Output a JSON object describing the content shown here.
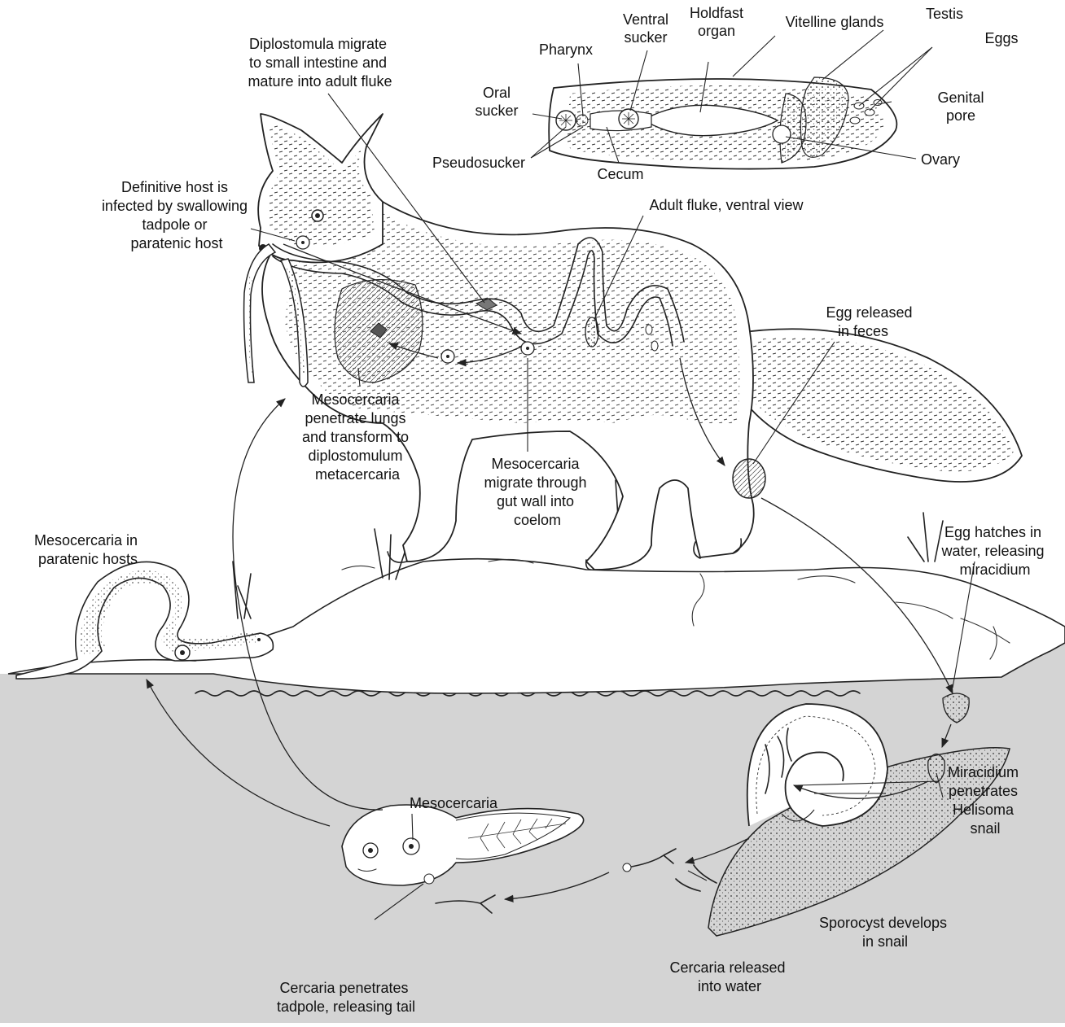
{
  "colors": {
    "water": "#d4d4d4",
    "ink": "#222222",
    "paper": "#ffffff"
  },
  "organisms": [
    "fox-icon",
    "snake-icon",
    "tadpole-icon",
    "snail-icon",
    "fluke-icon",
    "egg-icon",
    "miracidium-icon",
    "cercaria-icon"
  ],
  "fluke_labels": {
    "oral_sucker": [
      "Oral",
      "sucker"
    ],
    "pharynx": "Pharynx",
    "ventral_sucker": [
      "Ventral",
      "sucker"
    ],
    "holdfast": [
      "Holdfast",
      "organ"
    ],
    "vitelline": "Vitelline glands",
    "testis": "Testis",
    "eggs": "Eggs",
    "genital_pore": [
      "Genital",
      "pore"
    ],
    "ovary": "Ovary",
    "pseudosucker": "Pseudosucker",
    "cecum": "Cecum",
    "adult_view": "Adult fluke, ventral view"
  },
  "stages": {
    "diplostomula": [
      "Diplostomula migrate",
      "to small intestine and",
      "mature into adult fluke"
    ],
    "definitive_host": [
      "Definitive host is",
      "infected by swallowing",
      "tadpole or",
      "paratenic host"
    ],
    "egg_released": [
      "Egg released",
      "in feces"
    ],
    "lungs": [
      "Mesocercaria",
      "penetrate lungs",
      "and transform to",
      "diplostomulum",
      "metacercaria"
    ],
    "gut_wall": [
      "Mesocercaria",
      "migrate through",
      "gut wall into",
      "coelom"
    ],
    "paratenic": [
      "Mesocercaria in",
      "paratenic hosts"
    ],
    "egg_hatches": [
      "Egg hatches in",
      "water, releasing",
      "miracidium"
    ],
    "miracidium": [
      "Miracidium",
      "penetrates",
      "Helisoma",
      "snail"
    ],
    "mesocercaria": "Mesocercaria",
    "sporocyst": [
      "Sporocyst develops",
      "in snail"
    ],
    "cercaria_released": [
      "Cercaria released",
      "into water"
    ],
    "cercaria_penetrates": [
      "Cercaria penetrates",
      "tadpole, releasing tail"
    ]
  }
}
